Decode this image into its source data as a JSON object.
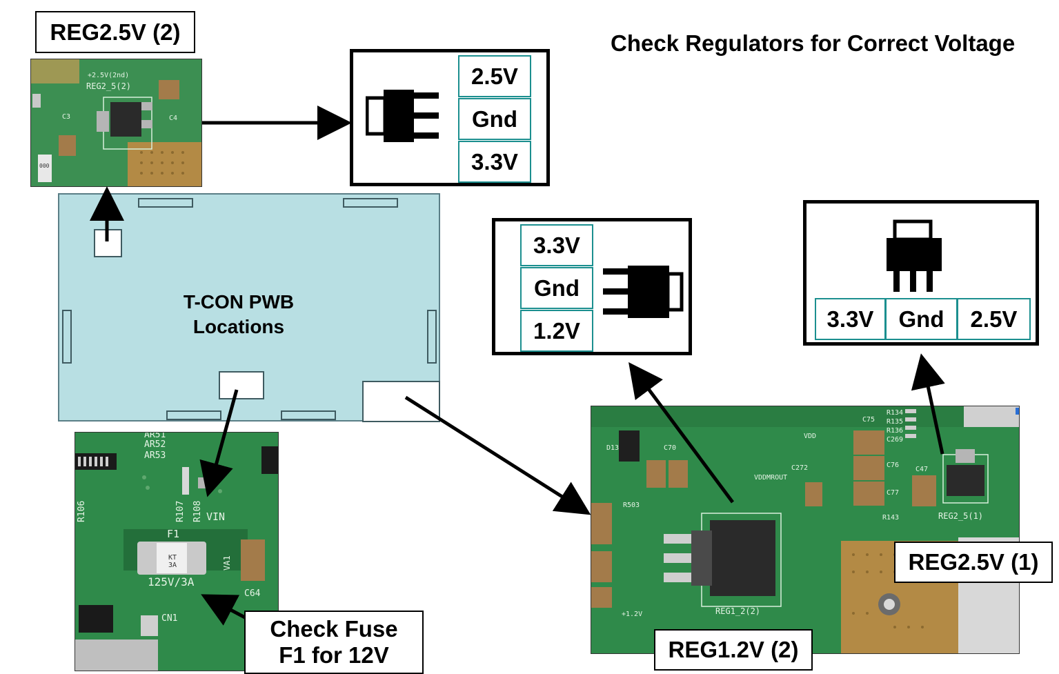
{
  "title": "Check Regulators for Correct Voltage",
  "board": {
    "line1": "T-CON PWB",
    "line2": "Locations"
  },
  "labels": {
    "reg25_2": "REG2.5V (2)",
    "reg25_1": "REG2.5V (1)",
    "reg12_2": "REG1.2V (2)",
    "fuse_line1": "Check Fuse",
    "fuse_line2": "F1 for 12V"
  },
  "pins_reg25_2": [
    "2.5V",
    "Gnd",
    "3.3V"
  ],
  "pins_reg12_2": [
    "3.3V",
    "Gnd",
    "1.2V"
  ],
  "pins_reg25_1": [
    "3.3V",
    "Gnd",
    "2.5V"
  ],
  "silkscreen": {
    "reg25_2_photo": [
      "+2.5V(2nd)",
      "REG2_5(2)",
      "C3",
      "C4",
      "000"
    ],
    "fuse_photo": [
      "AR51",
      "AR52",
      "AR53",
      "R106",
      "R107",
      "R108",
      "VIN",
      "F1",
      "125V/3A",
      "VA1",
      "C64",
      "CN1",
      "KT 3A"
    ],
    "main_photo": [
      "C75",
      "R134",
      "R135",
      "R136",
      "C269",
      "C47",
      "C272",
      "C77",
      "C76",
      "VDD",
      "VDDMROUT",
      "R503",
      "REG2_5(1)",
      "REG1_2(2)",
      "R143",
      "D13",
      "+1.2V",
      "C70"
    ]
  },
  "colors": {
    "board_fill": "#b8dfe3",
    "pcb_green": "#2f8a4a",
    "cell_border": "#1b8f8f"
  }
}
